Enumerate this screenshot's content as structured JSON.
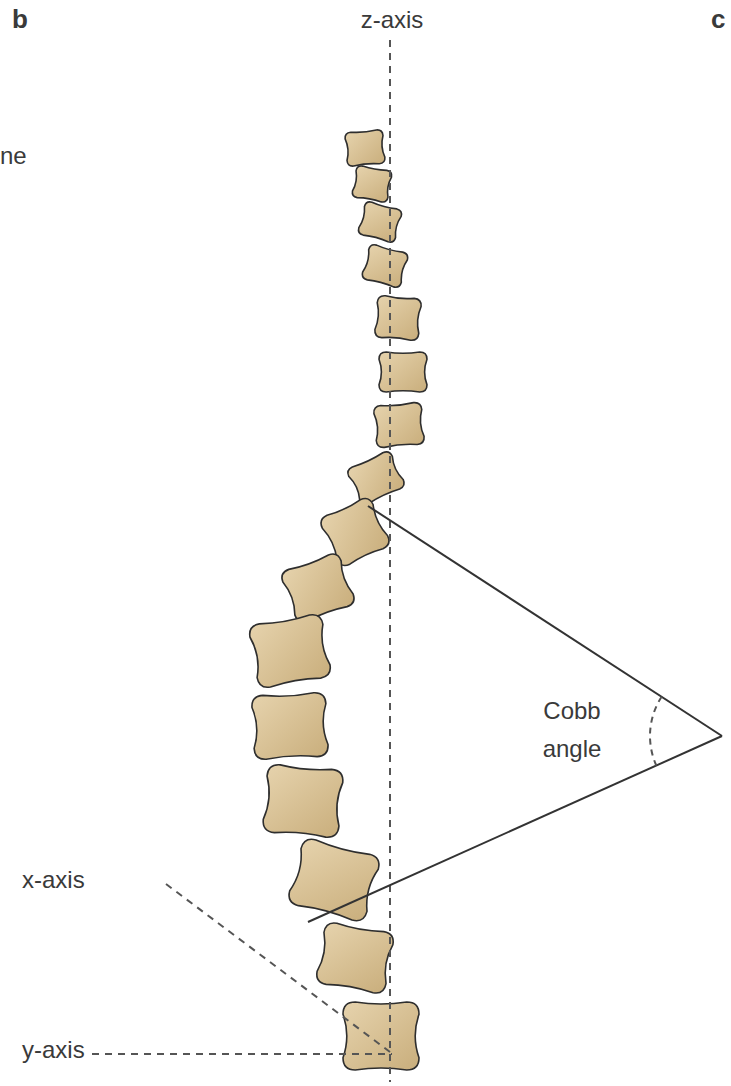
{
  "diagram": {
    "labels": [
      "b",
      "z-axis",
      "c",
      "ne",
      "Cobb angle",
      "x-axis",
      "y-axis"
    ]
  }
}
